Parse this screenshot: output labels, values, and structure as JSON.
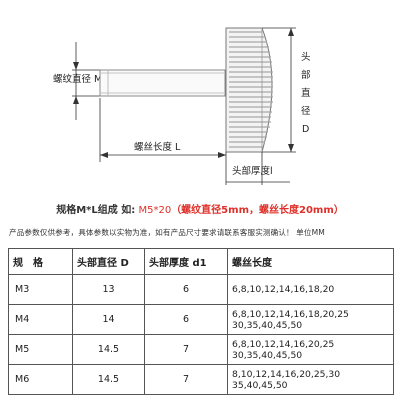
{
  "drawing": {
    "thread_diameter_label": "螺纹直径 M",
    "thread_length_label": "螺丝长度 L",
    "head_thickness_label": "头部厚度l",
    "head_diameter_label": [
      "头",
      "部",
      "直",
      "径",
      "D"
    ]
  },
  "spec_line": {
    "lead": "规格M*L组成 如:",
    "example": "M5*20",
    "detail": "（螺纹直径5mm，螺丝长度20mm）"
  },
  "note": "产品参数仅供参考，具体参数以实物为准，如有产品尺寸要求请联系客服实测确认！    单位MM",
  "table": {
    "headers": [
      "规　格",
      "头部直径 D",
      "头部厚度 d1",
      "螺丝长度"
    ],
    "rows": [
      {
        "model": "M3",
        "head_d": "13",
        "head_t": "6",
        "lengths": [
          "6,8,10,12,14,16,18,20"
        ]
      },
      {
        "model": "M4",
        "head_d": "14",
        "head_t": "6",
        "lengths": [
          "6,8,10,12,14,16,18,20,25",
          "30,35,40,45,50"
        ]
      },
      {
        "model": "M5",
        "head_d": "14.5",
        "head_t": "7",
        "lengths": [
          "6,8,10,12,14,16,20,25",
          "30,35,40,45,50"
        ]
      },
      {
        "model": "M6",
        "head_d": "14.5",
        "head_t": "7",
        "lengths": [
          "8,10,12,14,16,20,25,30",
          "35,40,45,50"
        ]
      }
    ]
  }
}
